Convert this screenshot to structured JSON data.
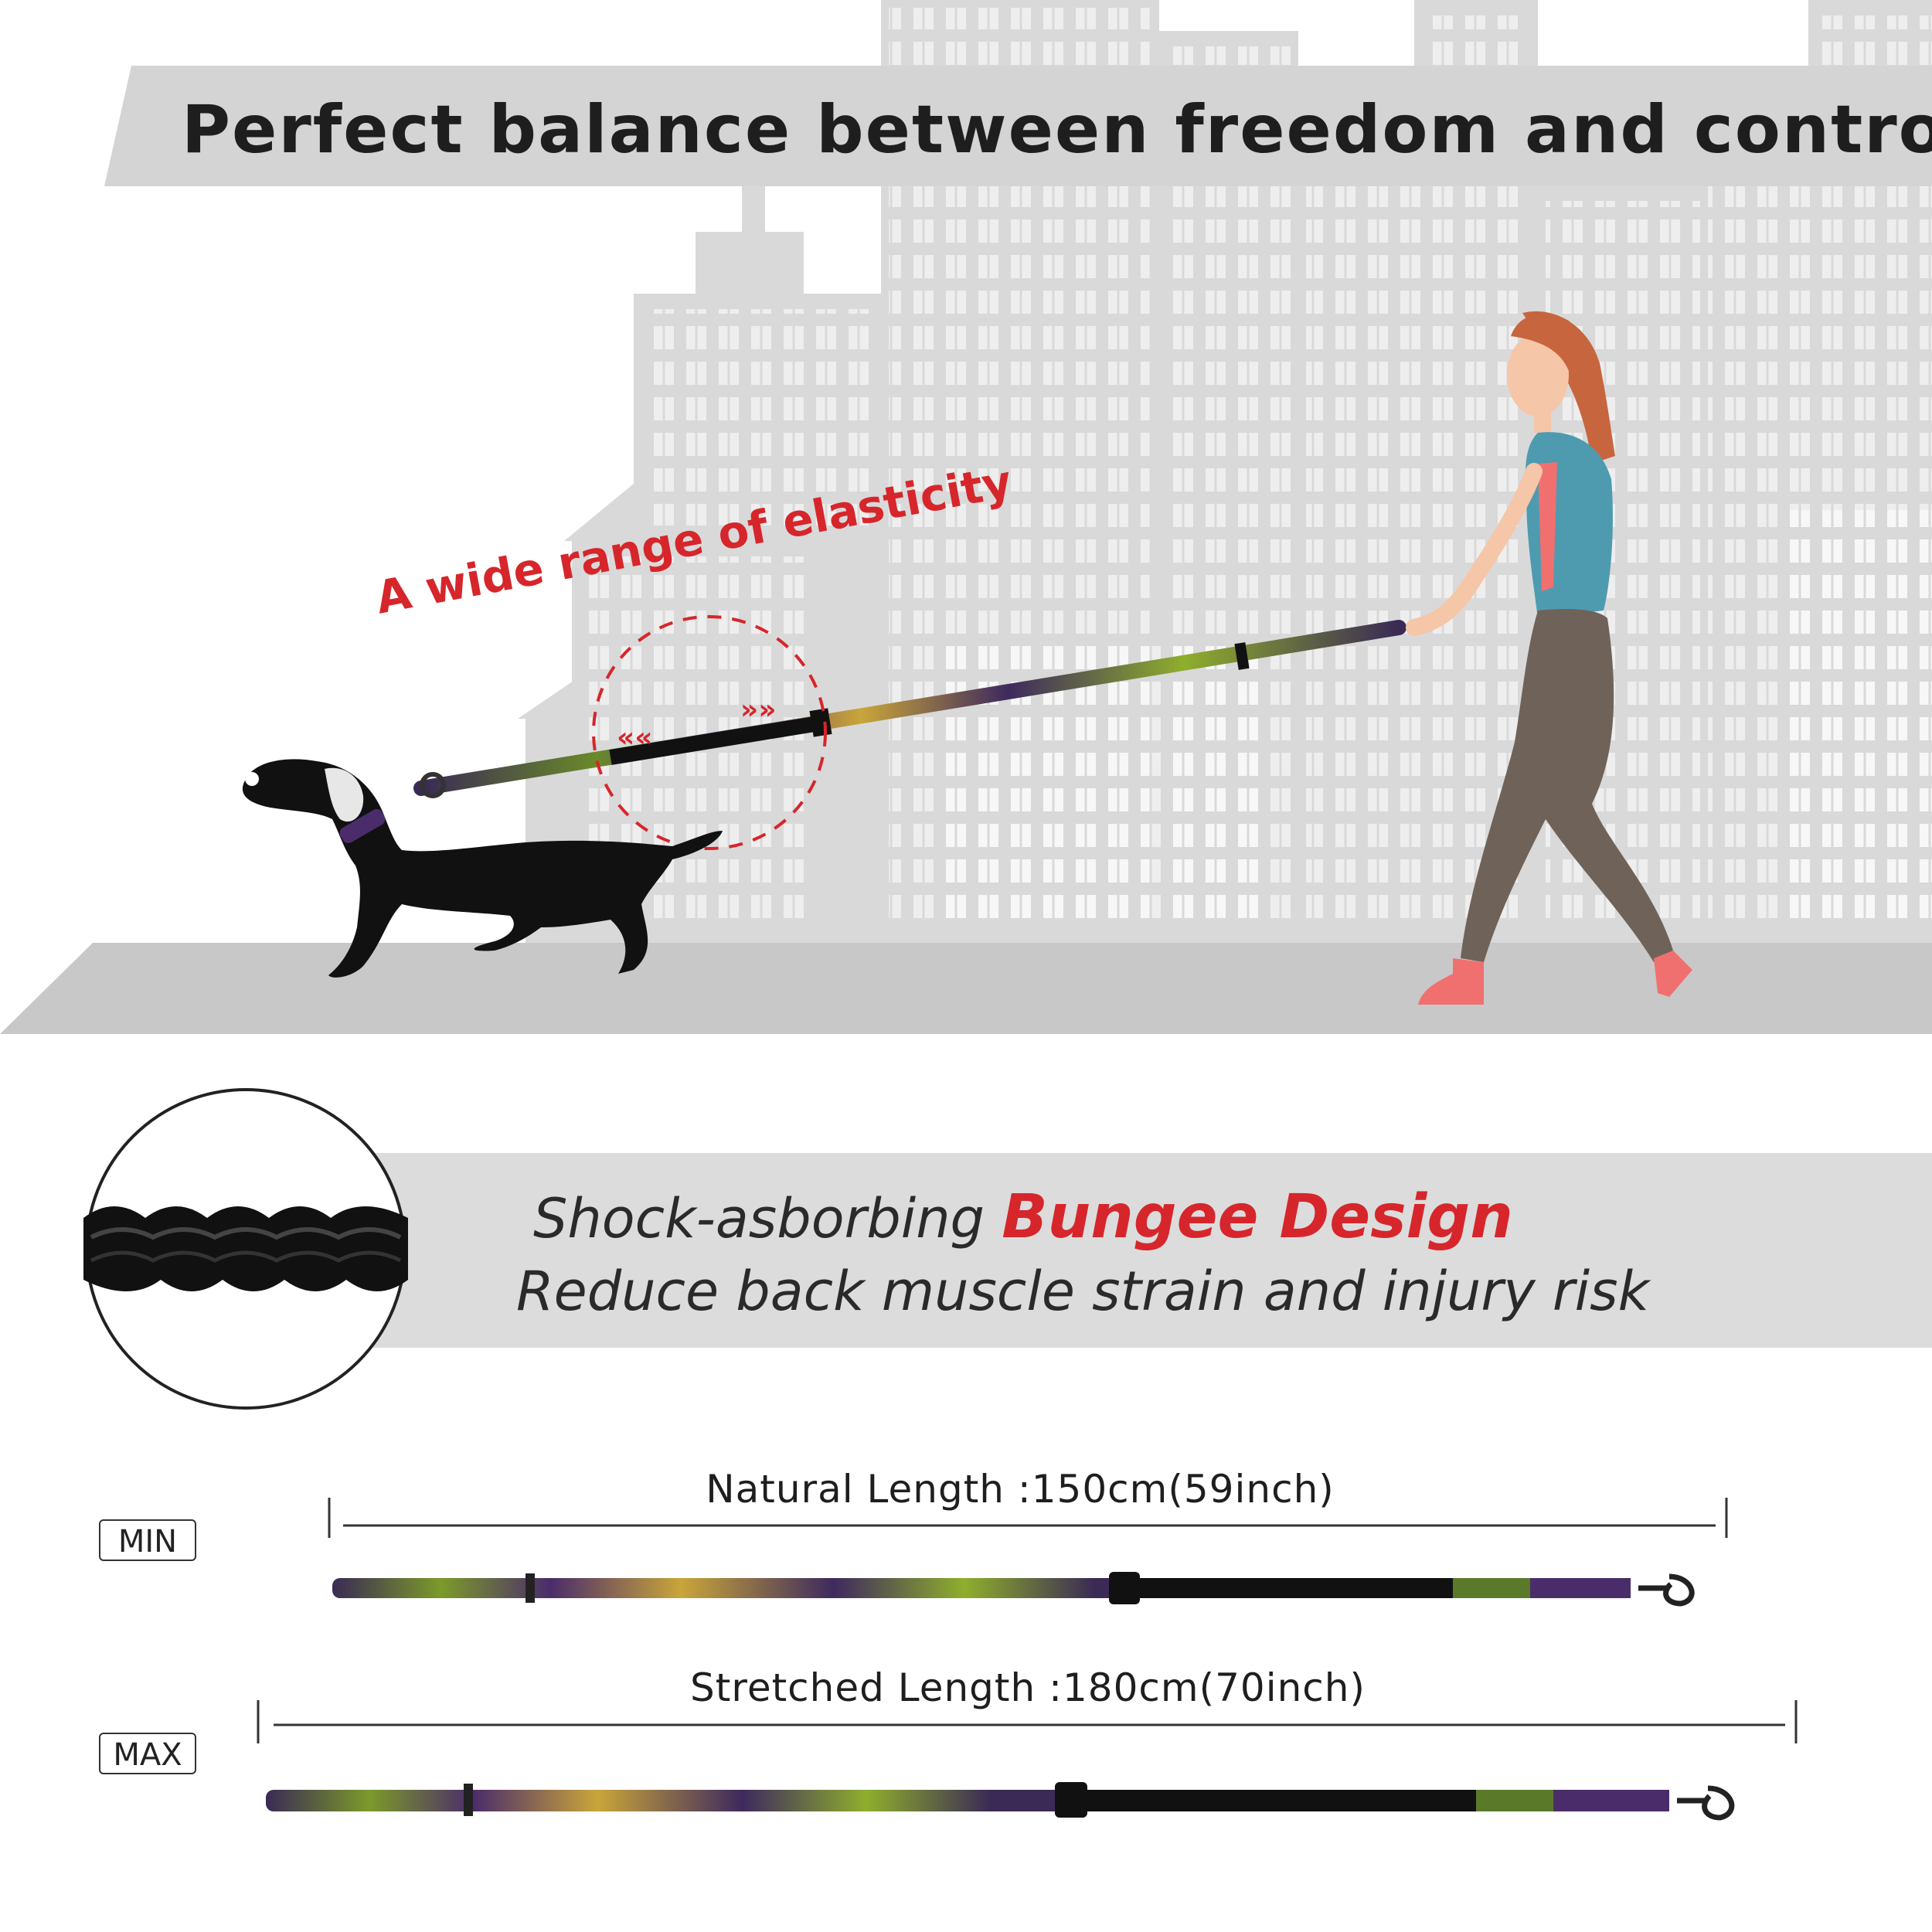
{
  "headline": "Perfect balance between freedom and control",
  "elasticity_caption": "A wide range of elasticity",
  "bungee": {
    "prefix": "Shock-asborbing ",
    "highlight": "Bungee Design",
    "subtitle": "Reduce back muscle strain and injury risk"
  },
  "lengths": {
    "min_tag": "MIN",
    "natural_label": "Natural Length :150cm(59inch)",
    "max_tag": "MAX",
    "stretched_label": "Stretched Length :180cm(70inch)"
  },
  "colors": {
    "accent_red": "#d6262b",
    "band_gray": "#dcdcdc",
    "city_gray": "#d9d9d9",
    "ground_gray": "#c8c8c8",
    "text_dark": "#1e1e1e"
  }
}
